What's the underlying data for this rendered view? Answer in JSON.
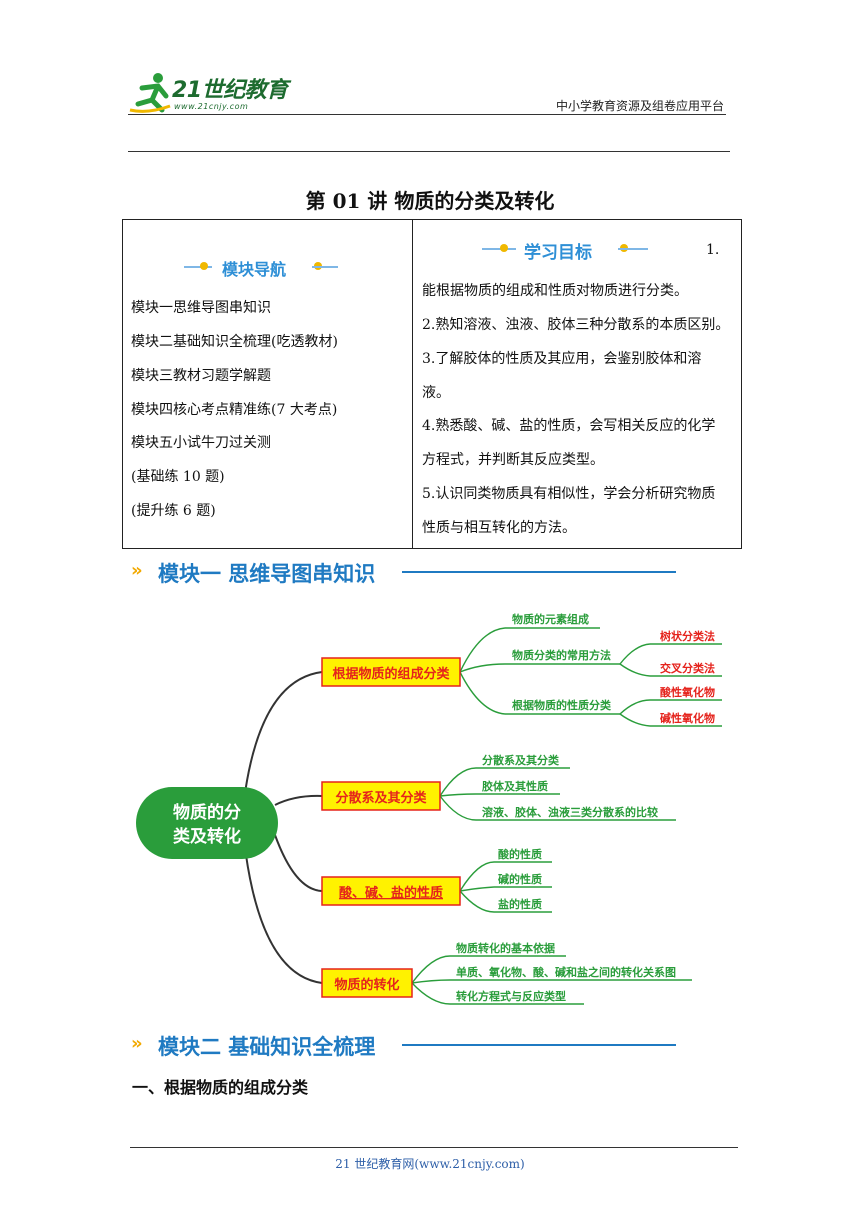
{
  "header": {
    "logo_text": "21世纪教育",
    "logo_url": "www.21cnjy.com",
    "platform": "中小学教育资源及组卷应用平台"
  },
  "title": "第 01 讲  物质的分类及转化",
  "nav": {
    "heading": "模块导航",
    "items": [
      "模块一思维导图串知识",
      "模块二基础知识全梳理(吃透教材)",
      "模块三教材习题学解题",
      "模块四核心考点精准练(7 大考点)",
      "模块五小试牛刀过关测",
      "(基础练 10 题)",
      "(提升练 6 题)"
    ]
  },
  "goals": {
    "heading": "学习目标",
    "first_num": "1.",
    "lines": [
      "能根据物质的组成和性质对物质进行分类。",
      "2.熟知溶液、浊液、胶体三种分散系的本质区别。",
      "3.了解胶体的性质及其应用，会鉴别胶体和溶",
      "液。",
      "4.熟悉酸、碱、盐的性质，会写相关反应的化学",
      "方程式，并判断其反应类型。",
      "5.认识同类物质具有相似性，学会分析研究物质",
      "性质与相互转化的方法。"
    ]
  },
  "module1": {
    "heading": "模块一 思维导图串知识"
  },
  "mindmap": {
    "center": [
      "物质的分",
      "类及转化"
    ],
    "branches": [
      {
        "label": "根据物质的组成分类",
        "subs": [
          "物质的元素组成",
          "物质分类的常用方法",
          "根据物质的性质分类"
        ],
        "leaves": [
          "树状分类法",
          "交叉分类法",
          "酸性氧化物",
          "碱性氧化物"
        ]
      },
      {
        "label": "分散系及其分类",
        "subs": [
          "分散系及其分类",
          "胶体及其性质",
          "溶液、胶体、浊液三类分散系的比较"
        ]
      },
      {
        "label": "酸、碱、盐的性质",
        "subs": [
          "酸的性质",
          "碱的性质",
          "盐的性质"
        ]
      },
      {
        "label": "物质的转化",
        "subs": [
          "物质转化的基本依据",
          "单质、氧化物、酸、碱和盐之间的转化关系图",
          "转化方程式与反应类型"
        ]
      }
    ]
  },
  "module2": {
    "heading": "模块二 基础知识全梳理"
  },
  "section1": "一、根据物质的组成分类",
  "footer": "21 世纪教育网(www.21cnjy.com)",
  "colors": {
    "green": "#2a9d3b",
    "yellow": "#fff200",
    "red": "#e5231c",
    "blue": "#1f7ac2",
    "orange": "#f2a900"
  }
}
